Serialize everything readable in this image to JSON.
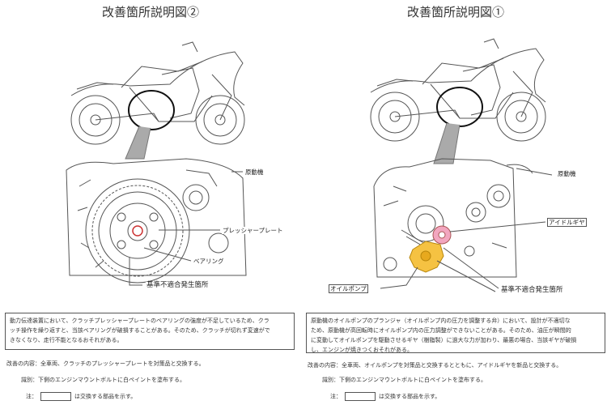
{
  "left": {
    "title": "改善箇所説明図②",
    "labels": {
      "engine": "原動機",
      "pressure_plate": "プレッシャープレート",
      "bearing": "ベアリング",
      "defect_location": "基準不適合発生箇所"
    },
    "description": [
      "動力伝達装置において、クラッチプレッシャープレートのベアリングの強度が不足しているため、クラ",
      "ッチ操作を繰り返すと、当該ベアリングが破損することがある。そのため、クラッチが切れず変速がで",
      "きなくなり、走行不能となるおそれがある。"
    ],
    "notes": {
      "improvement": "改善の内容：全車両、クラッチのプレッシャープレートを対策品と交換する。",
      "identification": "識別：下側のエンジンマウントボルトに白ペイントを塗布する。",
      "legend_prefix": "注：",
      "legend_suffix": "は交換する部品を示す。"
    }
  },
  "right": {
    "title": "改善箇所説明図①",
    "labels": {
      "engine": "原動機",
      "idle_gear": "アイドルギヤ",
      "oil_pump": "オイルポンプ",
      "defect_location": "基準不適合発生箇所"
    },
    "description": [
      "原動機のオイルポンプのプランジャ（オイルポンプ内の圧力を調整する弁）において、設計が不適切な",
      "ため、原動機が高回転時にオイルポンプ内の圧力調整ができないことがある。そのため、油圧が瞬間的",
      "に変動してオイルポンプを駆動させるギヤ（樹脂製）に過大な力が加わり、最悪の場合、当該ギヤが破損",
      "し、エンジンが焼きつくおそれがある。"
    ],
    "notes": {
      "improvement": "改善の内容：全車両、オイルポンプを対策品と交換するとともに、アイドルギヤを新品と交換する。",
      "identification": "識別：下側のエンジンマウントボルトに白ペイントを塗布する。",
      "legend_prefix": "注：",
      "legend_suffix": "は交換する部品を示す。"
    }
  },
  "colors": {
    "line": "#555555",
    "highlight_pink": "#f2a6bf",
    "highlight_yellow": "#f5c242"
  }
}
